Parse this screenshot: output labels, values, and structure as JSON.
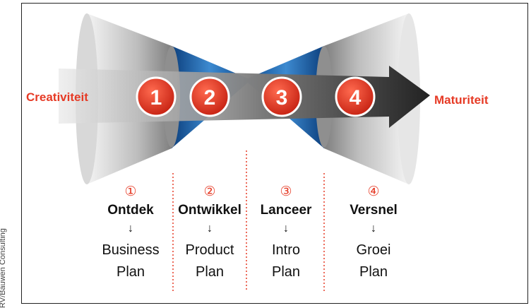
{
  "credit": "RV/Bauwen Consulting",
  "diagram": {
    "start_label": "Creativiteit",
    "end_label": "Maturiteit",
    "markers": [
      "1",
      "2",
      "3",
      "4"
    ]
  },
  "steps": [
    {
      "marker": "①",
      "name": "Ontdek",
      "arrow": "↓",
      "plan_line1": "Business",
      "plan_line2": "Plan"
    },
    {
      "marker": "②",
      "name": "Ontwikkel",
      "arrow": "↓",
      "plan_line1": "Product",
      "plan_line2": "Plan"
    },
    {
      "marker": "③",
      "name": "Lanceer",
      "arrow": "↓",
      "plan_line1": "Intro",
      "plan_line2": "Plan"
    },
    {
      "marker": "④",
      "name": "Versnel",
      "arrow": "↓",
      "plan_line1": "Groei",
      "plan_line2": "Plan"
    }
  ],
  "colors": {
    "accent_red": "#e63a25",
    "funnel_blue": "#1f5fa8",
    "funnel_gray": "#c9c9c9"
  }
}
